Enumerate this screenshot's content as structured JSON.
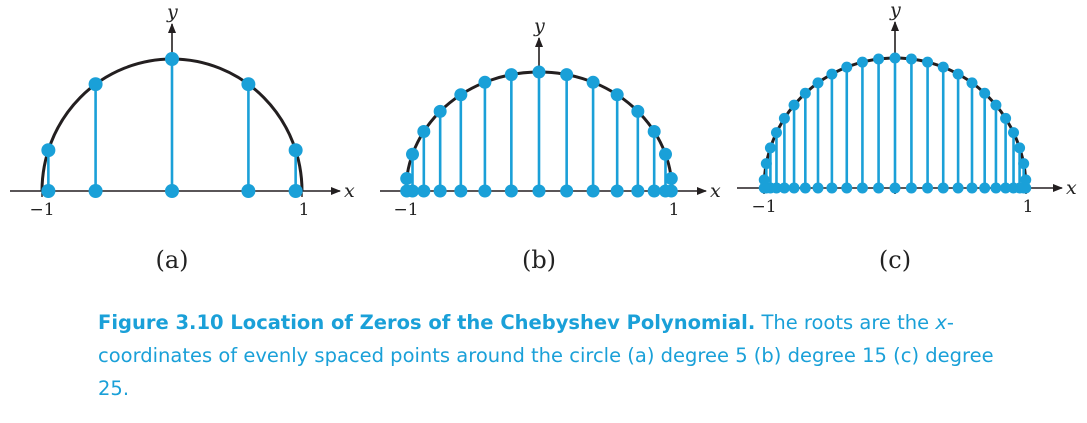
{
  "colors": {
    "accent": "#1aa0d8",
    "curve": "#231f20"
  },
  "panels": [
    {
      "id": "a",
      "label": "(a)",
      "degree": 5,
      "x_label": "x",
      "y_label": "y",
      "tick_min": "−1",
      "tick_max": "1"
    },
    {
      "id": "b",
      "label": "(b)",
      "degree": 15,
      "x_label": "x",
      "y_label": "y",
      "tick_min": "−1",
      "tick_max": "1"
    },
    {
      "id": "c",
      "label": "(c)",
      "degree": 25,
      "x_label": "x",
      "y_label": "y",
      "tick_min": "−1",
      "tick_max": "1"
    }
  ],
  "caption": {
    "heading": "Figure 3.10 Location of Zeros of the Chebyshev Polynomial.",
    "text_1": " The roots are the ",
    "x_italic": "x",
    "text_2": "-coordinates of evenly spaced points around the circle (a) degree 5 (b) degree 15 (c) degree 25."
  }
}
